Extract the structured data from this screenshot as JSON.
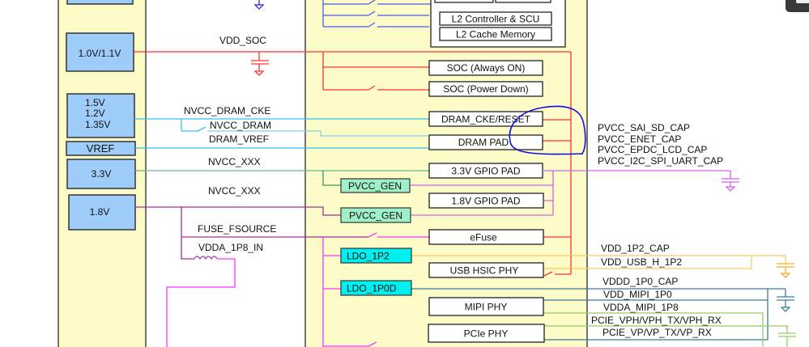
{
  "sources": {
    "vdd_soc_src": "1.0V/1.1V",
    "dram_src": [
      "1.5V",
      "1.2V",
      "1.35V"
    ],
    "vref": "VREF",
    "v33": "3.3V",
    "v18": "1.8V"
  },
  "nets": {
    "vdd_soc": "VDD_SOC",
    "nvcc_dram_cke": "NVCC_DRAM_CKE",
    "nvcc_dram": "NVCC_DRAM",
    "dram_vref": "DRAM_VREF",
    "nvcc_xxx_1": "NVCC_XXX",
    "nvcc_xxx_2": "NVCC_XXX",
    "fuse_fsource": "FUSE_FSOURCE",
    "vdda_1p8_in": "VDDA_1P8_IN"
  },
  "blocks": {
    "l2_ctrl": "L2 Controller  & SCU",
    "l2_cache": "L2 Cache Memory",
    "soc_on": "SOC (Always ON)",
    "soc_pd": "SOC (Power Down)",
    "dram_cke": "DRAM_CKE/RESET",
    "dram_pad": "DRAM PAD",
    "gpio33": "3.3V GPIO PAD",
    "gpio18": "1.8V GPIO PAD",
    "efuse": "eFuse",
    "usb": "USB HSIC PHY",
    "mipi": "MIPI PHY",
    "pcie": "PCIe PHY",
    "pvcc_gen_1": "PVCC_GEN",
    "pvcc_gen_2": "PVCC_GEN",
    "ldo_1p2": "LDO_1P2",
    "ldo_1p0d": "LDO_1P0D"
  },
  "outputs": {
    "pvcc": [
      "PVCC_SAI_SD_CAP",
      "PVCC_ENET_CAP",
      "PVCC_EPDC_LCD_CAP",
      "PVCC_I2C_SPI_UART_CAP"
    ],
    "vdd_1p2_cap": "VDD_1P2_CAP",
    "vdd_usb_h_1p2": "VDD_USB_H_1P2",
    "vddd_1p0_cap": "VDDD_1P0_CAP",
    "vdd_mipi_1p0": "VDD_MIPI_1P0",
    "vdda_mipi_1p8": "VDDA_MIPI_1P8",
    "pcie_vph": "PCIE_VPH/VPH_TX/VPH_RX",
    "pcie_vp": "PCIE_VP/VP_TX/VP_RX"
  },
  "colors": {
    "column_bg": "#fdfbc8",
    "vdd_soc": "#ff3030",
    "dram": "#3cc0ec",
    "gpio33": "#3a9a60",
    "v18": "#a030a0",
    "pvcc": "#cc66dd",
    "magenta": "#ff30ff",
    "orange": "#ffc860",
    "teal": "#3a7a98",
    "green": "#90d060",
    "annotation": "#1010e0"
  }
}
